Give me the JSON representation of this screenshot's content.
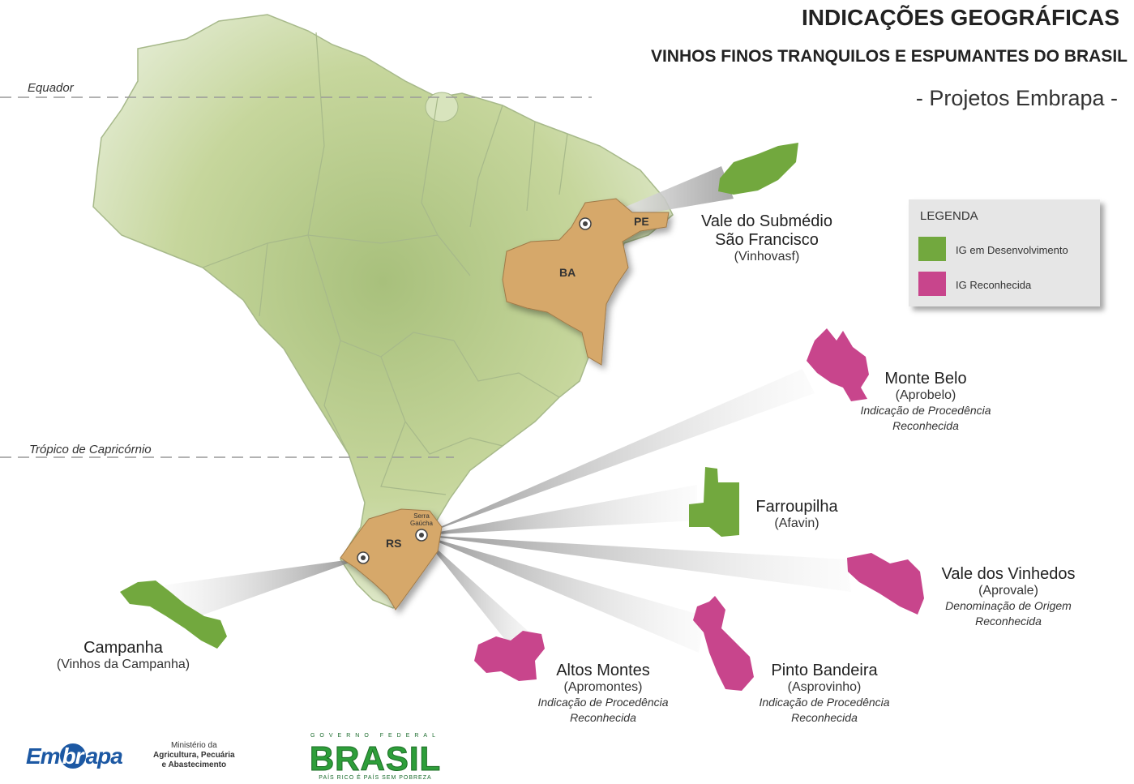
{
  "header": {
    "title": "INDICAÇÕES GEOGRÁFICAS",
    "subtitle": "VINHOS FINOS TRANQUILOS E ESPUMANTES DO BRASIL",
    "project": "- Projetos Embrapa -"
  },
  "reference_lines": {
    "equator": "Equador",
    "tropic": "Trópico de Capricórnio"
  },
  "state_labels": {
    "ba": "BA",
    "pe": "PE",
    "rs": "RS",
    "serra_line1": "Serra",
    "serra_line2": "Gaúcha"
  },
  "legend": {
    "title": "LEGENDA",
    "items": [
      {
        "label": "IG em Desenvolvimento",
        "color": "#72a83e"
      },
      {
        "label": "IG Reconhecida",
        "color": "#c8458c"
      }
    ]
  },
  "colors": {
    "map_fill": "#c6d69c",
    "map_border": "#a7b98a",
    "highlight_state": "#d6a86a",
    "developing": "#72a83e",
    "recognized": "#c8458c"
  },
  "regions": [
    {
      "id": "vale-sao-francisco",
      "name_line1": "Vale do Submédio",
      "name_line2": "São Francisco",
      "org": "(Vinhovasf)",
      "status": "developing"
    },
    {
      "id": "monte-belo",
      "name": "Monte Belo",
      "org": "(Aprobelo)",
      "status_line1": "Indicação de Procedência",
      "status_line2": "Reconhecida",
      "status": "recognized"
    },
    {
      "id": "farroupilha",
      "name": "Farroupilha",
      "org": "(Afavin)",
      "status": "developing"
    },
    {
      "id": "vale-dos-vinhedos",
      "name": "Vale dos Vinhedos",
      "org": "(Aprovale)",
      "status_line1": "Denominação de Origem",
      "status_line2": "Reconhecida",
      "status": "recognized"
    },
    {
      "id": "pinto-bandeira",
      "name": "Pinto Bandeira",
      "org": "(Asprovinho)",
      "status_line1": "Indicação de Procedência",
      "status_line2": "Reconhecida",
      "status": "recognized"
    },
    {
      "id": "altos-montes",
      "name": "Altos Montes",
      "org": "(Apromontes)",
      "status_line1": "Indicação de Procedência",
      "status_line2": "Reconhecida",
      "status": "recognized"
    },
    {
      "id": "campanha",
      "name": "Campanha",
      "org": "(Vinhos da Campanha)",
      "status": "developing"
    }
  ],
  "logos": {
    "embrapa_pre": "Em",
    "embrapa_mid": "br",
    "embrapa_post": "apa",
    "ministry_line1": "Ministério da",
    "ministry_line2": "Agricultura, Pecuária",
    "ministry_line3": "e Abastecimento",
    "gov_top": "GOVERNO FEDERAL",
    "gov_main": "BRASIL",
    "gov_slogan": "PAÍS RICO É PAÍS SEM POBREZA"
  }
}
